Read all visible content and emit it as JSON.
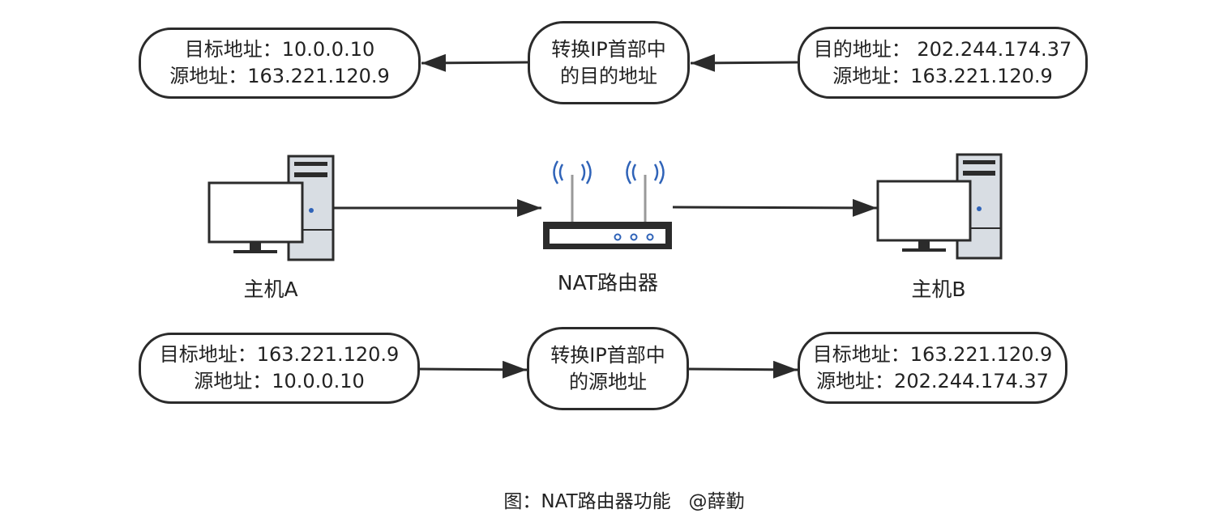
{
  "top_flow": {
    "left": {
      "line1": "目标地址：10.0.0.10",
      "line2": "源地址：163.221.120.9"
    },
    "middle": {
      "line1": "转换IP首部中",
      "line2": "的目的地址"
    },
    "right": {
      "line1": "目的地址：  202.244.174.37",
      "line2": "源地址：163.221.120.9"
    }
  },
  "devices": {
    "host_a": "主机A",
    "router": "NAT路由器",
    "host_b": "主机B"
  },
  "bottom_flow": {
    "left": {
      "line1": "目标地址：163.221.120.9",
      "line2": "源地址：10.0.0.10"
    },
    "middle": {
      "line1": "转换IP首部中",
      "line2": "的源地址"
    },
    "right": {
      "line1": "目标地址：163.221.120.9",
      "line2": "源地址：202.244.174.37"
    }
  },
  "caption": "图：NAT路由器功能   @薛勤",
  "colors": {
    "stroke": "#2b2b2b",
    "tower_fill": "#d8dde3",
    "router_accent": "#2f63b8"
  }
}
